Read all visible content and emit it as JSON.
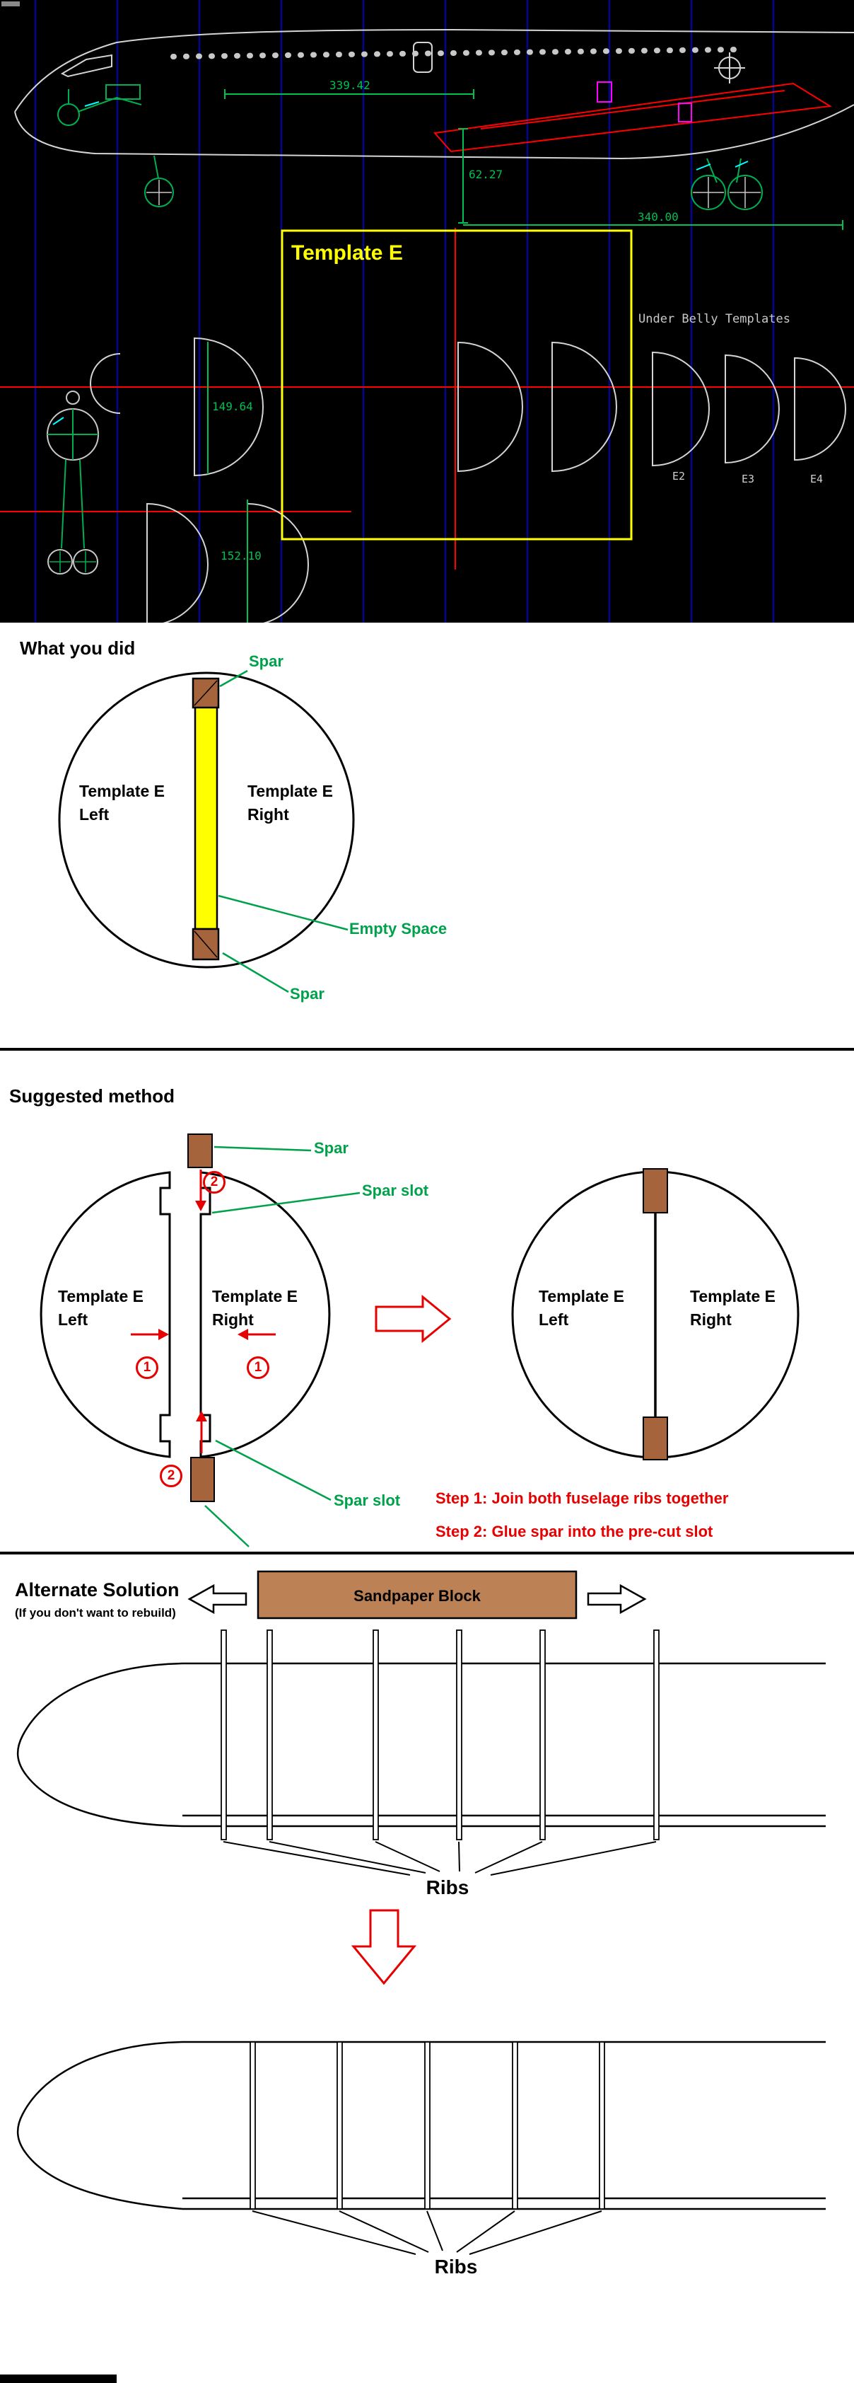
{
  "cad": {
    "template_label": "Template E",
    "underbelly_label": "Under Belly Templates",
    "dims": {
      "fuselage_front": "339.42",
      "vertical": "62.27",
      "fuselage_rear": "340.00",
      "rib_height_1": "149.64",
      "rib_height_2": "152.10"
    },
    "rib_labels": [
      "E2",
      "E3",
      "E4"
    ],
    "colors": {
      "background": "#000000",
      "grid_blue": "#0000b4",
      "centerline_red": "#ff0000",
      "dimension_green": "#00c050",
      "highlight_yellow": "#ffff00",
      "outline_gray": "#d4d4d4",
      "detail_cyan": "#00ffff",
      "detail_magenta": "#ff00ff"
    }
  },
  "what_you_did": {
    "heading": "What you did",
    "left_label": [
      "Template E",
      "Left"
    ],
    "right_label": [
      "Template E",
      "Right"
    ],
    "spar_top_label": "Spar",
    "spar_bottom_label": "Spar",
    "empty_space_label": "Empty Space",
    "colors": {
      "spar_brown": "#a5643c",
      "empty_space_yellow": "#ffff00",
      "callout_green": "#00a14b"
    }
  },
  "suggested_method": {
    "heading": "Suggested method",
    "left_half_label": [
      "Template E",
      "Left"
    ],
    "right_half_label": [
      "Template E",
      "Right"
    ],
    "result_left_label": [
      "Template E",
      "Left"
    ],
    "result_right_label": [
      "Template E",
      "Right"
    ],
    "spar_label": "Spar",
    "spar_slot_top_label": "Spar slot",
    "spar_slot_bottom_label": "Spar slot",
    "step_1": "Step 1: Join both fuselage ribs together",
    "step_2": "Step 2: Glue spar into the pre-cut slot",
    "badge_1": "1",
    "badge_2": "2"
  },
  "alternate_solution": {
    "heading": "Alternate Solution",
    "subheading": "(If you don't want to rebuild)",
    "sandpaper_label": "Sandpaper Block",
    "ribs_label_before": "Ribs",
    "ribs_label_after": "Ribs"
  }
}
